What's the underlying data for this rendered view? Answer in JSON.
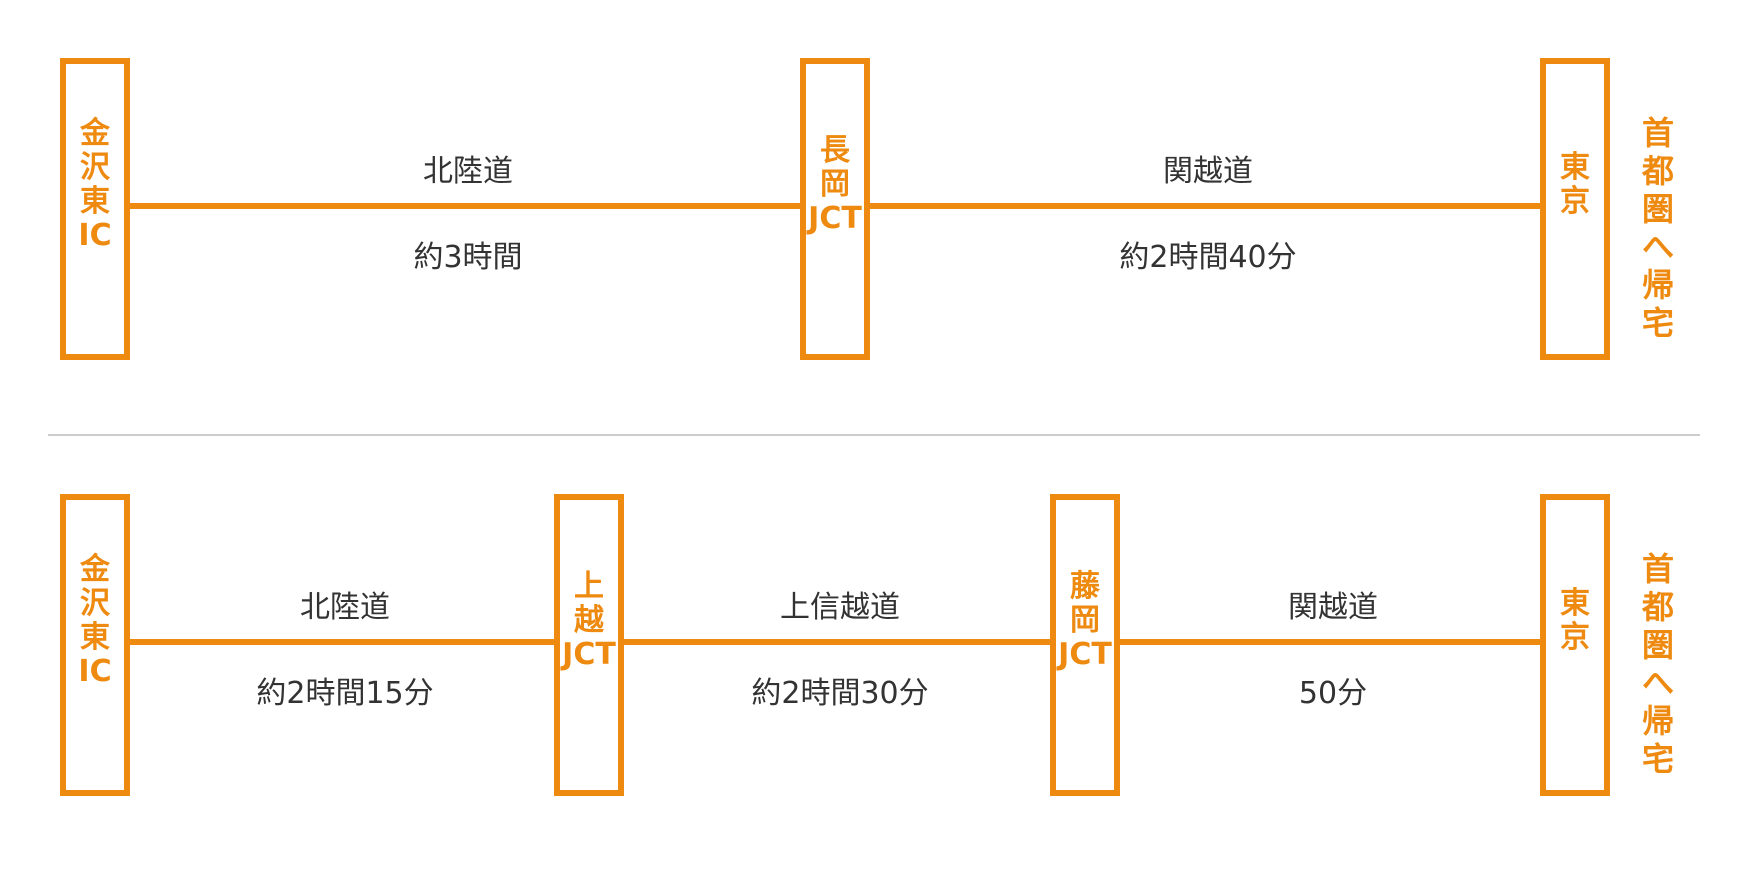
{
  "colors": {
    "accent": "#ee8a10",
    "text": "#333333",
    "divider": "#cccccc"
  },
  "routes": [
    {
      "nodes": [
        "金\n沢\n東\nIC",
        "長\n岡\nJCT",
        "東\n京"
      ],
      "segments": [
        {
          "road": "北陸道",
          "time": "約3時間"
        },
        {
          "road": "関越道",
          "time": "約2時間40分"
        }
      ],
      "destination": "首\n都\n圏\nへ\n帰\n宅"
    },
    {
      "nodes": [
        "金\n沢\n東\nIC",
        "上\n越\nJCT",
        "藤\n岡\nJCT",
        "東\n京"
      ],
      "segments": [
        {
          "road": "北陸道",
          "time": "約2時間15分"
        },
        {
          "road": "上信越道",
          "time": "約2時間30分"
        },
        {
          "road": "関越道",
          "time": "50分"
        }
      ],
      "destination": "首\n都\n圏\nへ\n帰\n宅"
    }
  ]
}
